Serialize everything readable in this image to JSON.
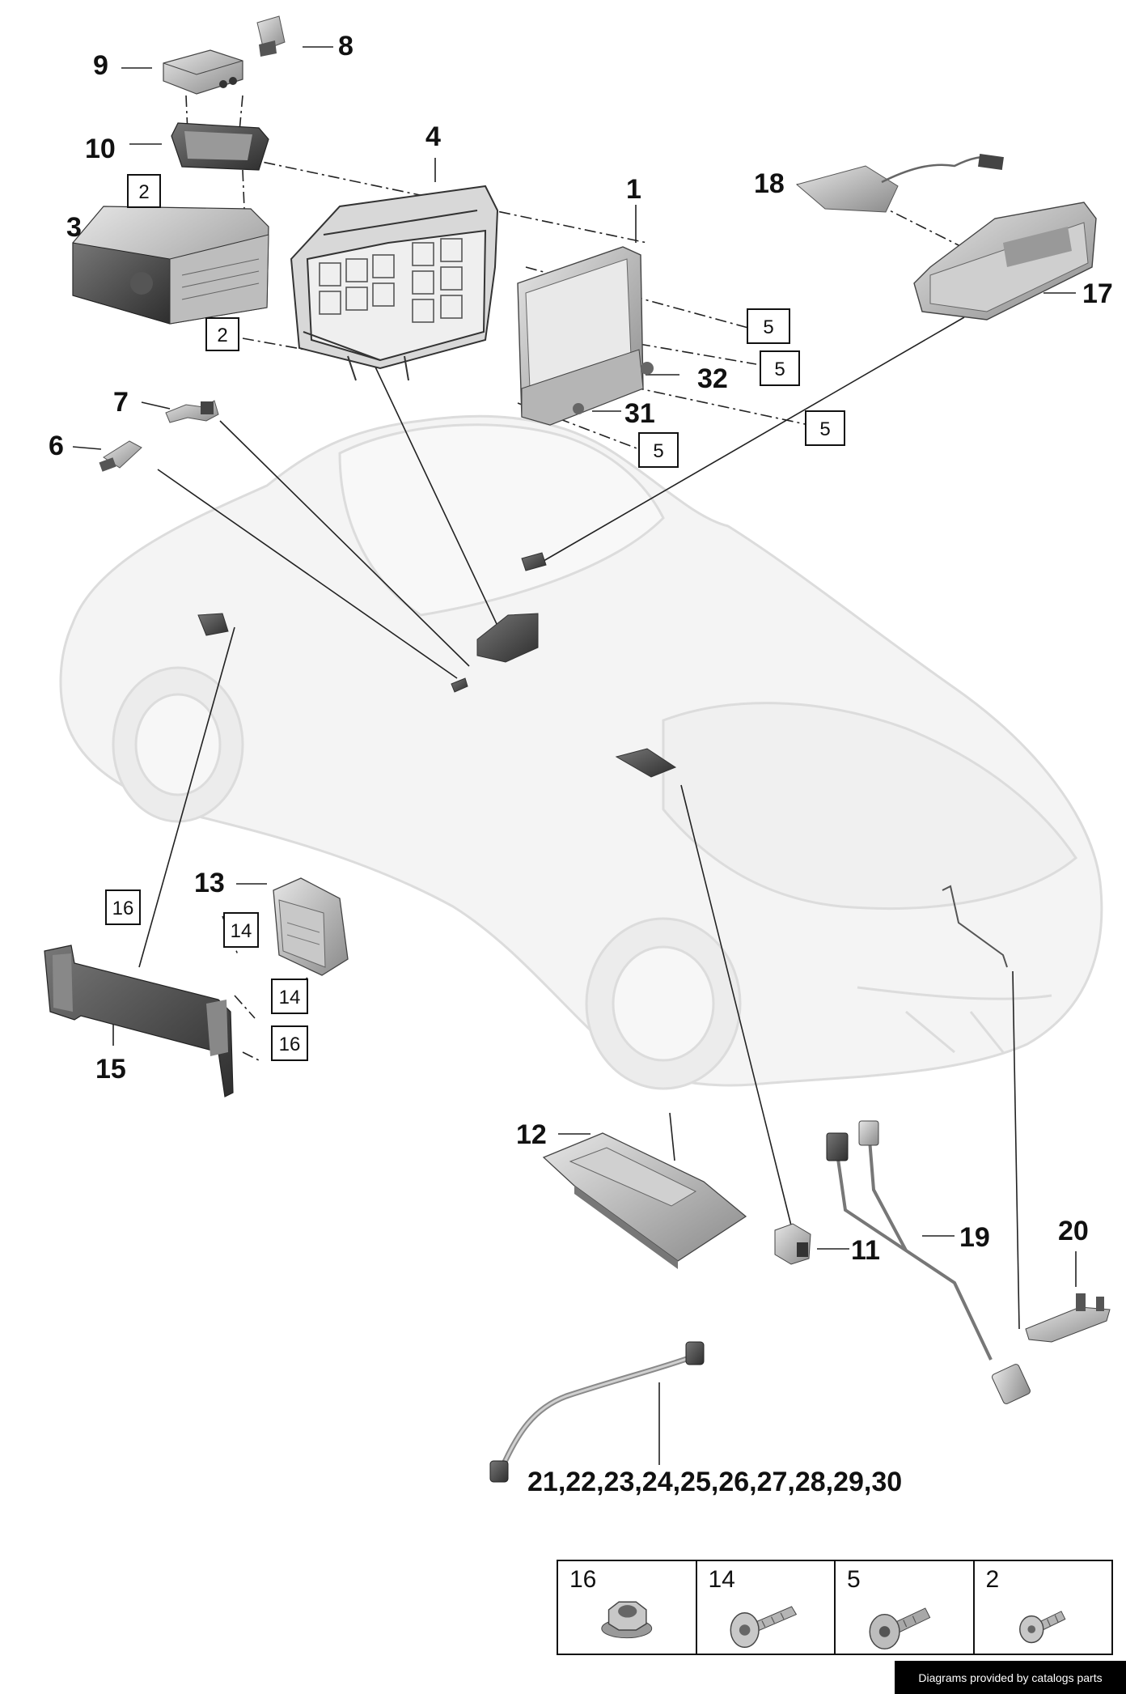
{
  "callouts": {
    "c1": "1",
    "c2a": "2",
    "c2b": "2",
    "c3": "3",
    "c4": "4",
    "c5a": "5",
    "c5b": "5",
    "c5c": "5",
    "c5d": "5",
    "c6": "6",
    "c7": "7",
    "c8": "8",
    "c9": "9",
    "c10": "10",
    "c11": "11",
    "c12": "12",
    "c13": "13",
    "c14a": "14",
    "c14b": "14",
    "c15": "15",
    "c16a": "16",
    "c16b": "16",
    "c17": "17",
    "c18": "18",
    "c19": "19",
    "c20": "20",
    "c21_30": "21,22,23,24,25,26,27,28,29,30",
    "c31": "31",
    "c32": "32"
  },
  "legend": [
    {
      "number": "16",
      "icon": "flange-nut-icon"
    },
    {
      "number": "14",
      "icon": "torx-bolt-long-icon"
    },
    {
      "number": "5",
      "icon": "torx-bolt-medium-icon"
    },
    {
      "number": "2",
      "icon": "torx-screw-short-icon"
    }
  ],
  "credit": "Diagrams provided by catalogs parts"
}
